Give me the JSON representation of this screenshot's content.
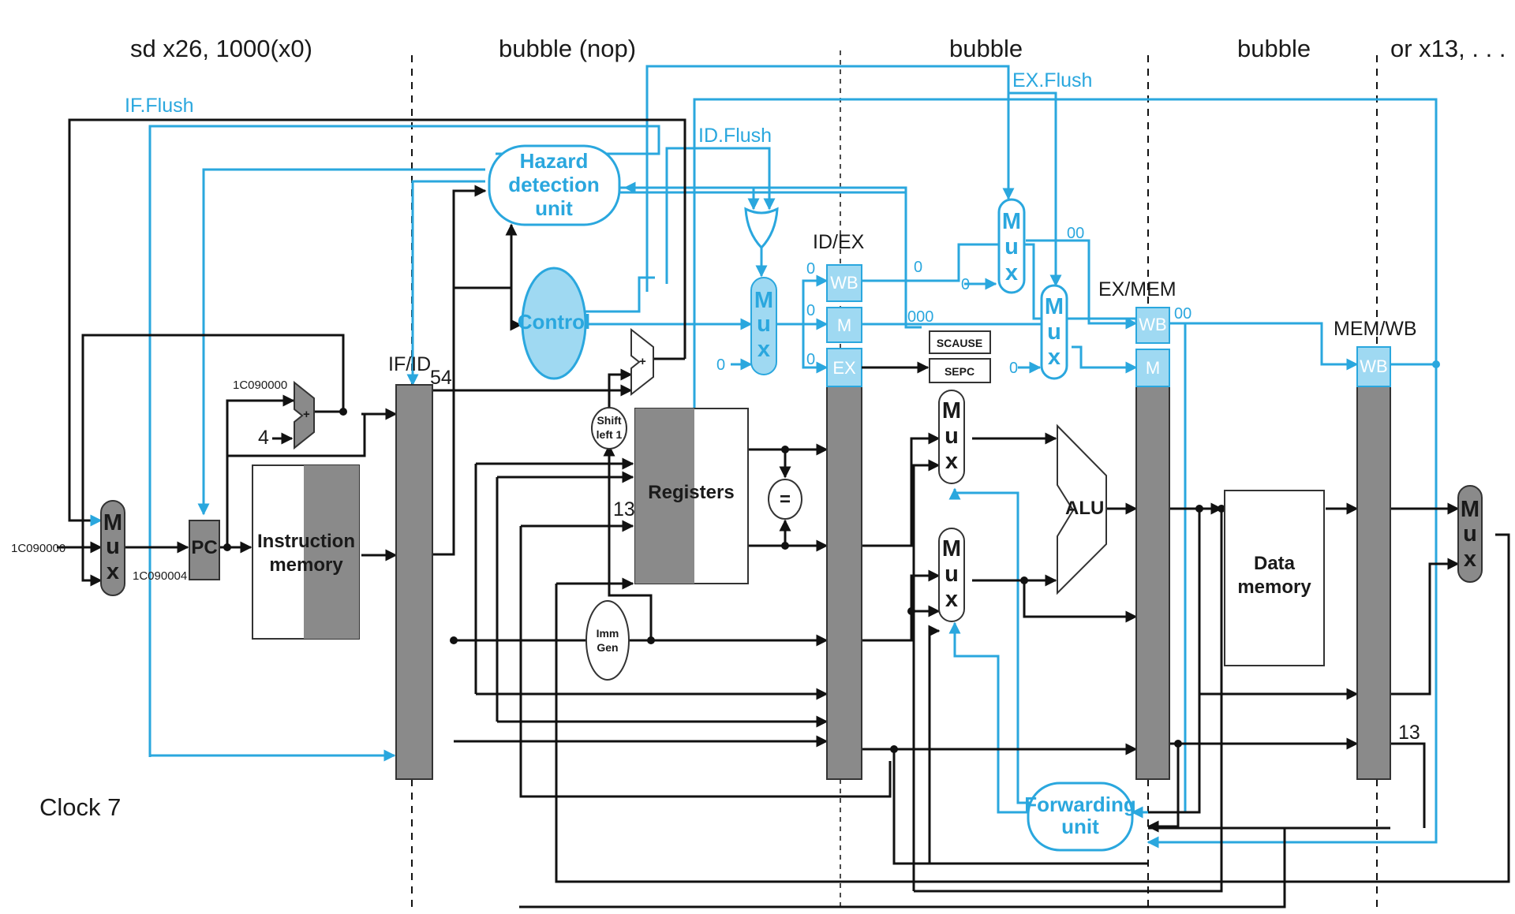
{
  "stages": {
    "if": "sd x26, 1000(x0)",
    "id": "bubble (nop)",
    "ex": "bubble",
    "mem": "bubble",
    "wb": "or x13, . . ."
  },
  "clock_label": "Clock 7",
  "control_signals": {
    "if_flush": "IF.Flush",
    "id_flush": "ID.Flush",
    "ex_flush": "EX.Flush"
  },
  "pipeline_registers": {
    "if_id": "IF/ID",
    "id_ex": "ID/EX",
    "ex_mem": "EX/MEM",
    "mem_wb": "MEM/WB"
  },
  "register_fields": {
    "wb": "WB",
    "m": "M",
    "ex": "EX"
  },
  "units": {
    "hazard": [
      "Hazard",
      "detection",
      "unit"
    ],
    "control": "Control",
    "forwarding": [
      "Forwarding",
      "unit"
    ],
    "registers": "Registers",
    "instruction_memory": [
      "Instruction",
      "memory"
    ],
    "data_memory": [
      "Data",
      "memory"
    ],
    "alu": "ALU",
    "pc": "PC",
    "imm_gen": [
      "Imm",
      "Gen"
    ],
    "shift_left": [
      "Shift",
      "left 1"
    ],
    "equal": "=",
    "scause": "SCAUSE",
    "sepc": "SEPC",
    "plus": "+"
  },
  "mux_letters": [
    "M",
    "u",
    "x"
  ],
  "values": {
    "pc_in": "1C090000",
    "pc_out": "1C090004",
    "adder_pc": "1C090000",
    "four": "4",
    "if_id_tag": "54",
    "reg_13": "13",
    "wb_13": "13",
    "zero": "0",
    "triple_zero": "000",
    "double_zero": "00"
  },
  "colors": {
    "accent": "#2aa7de",
    "wire": "#111111",
    "register_gray": "#8a8a8a",
    "field_fill": "#9fd9f2"
  }
}
